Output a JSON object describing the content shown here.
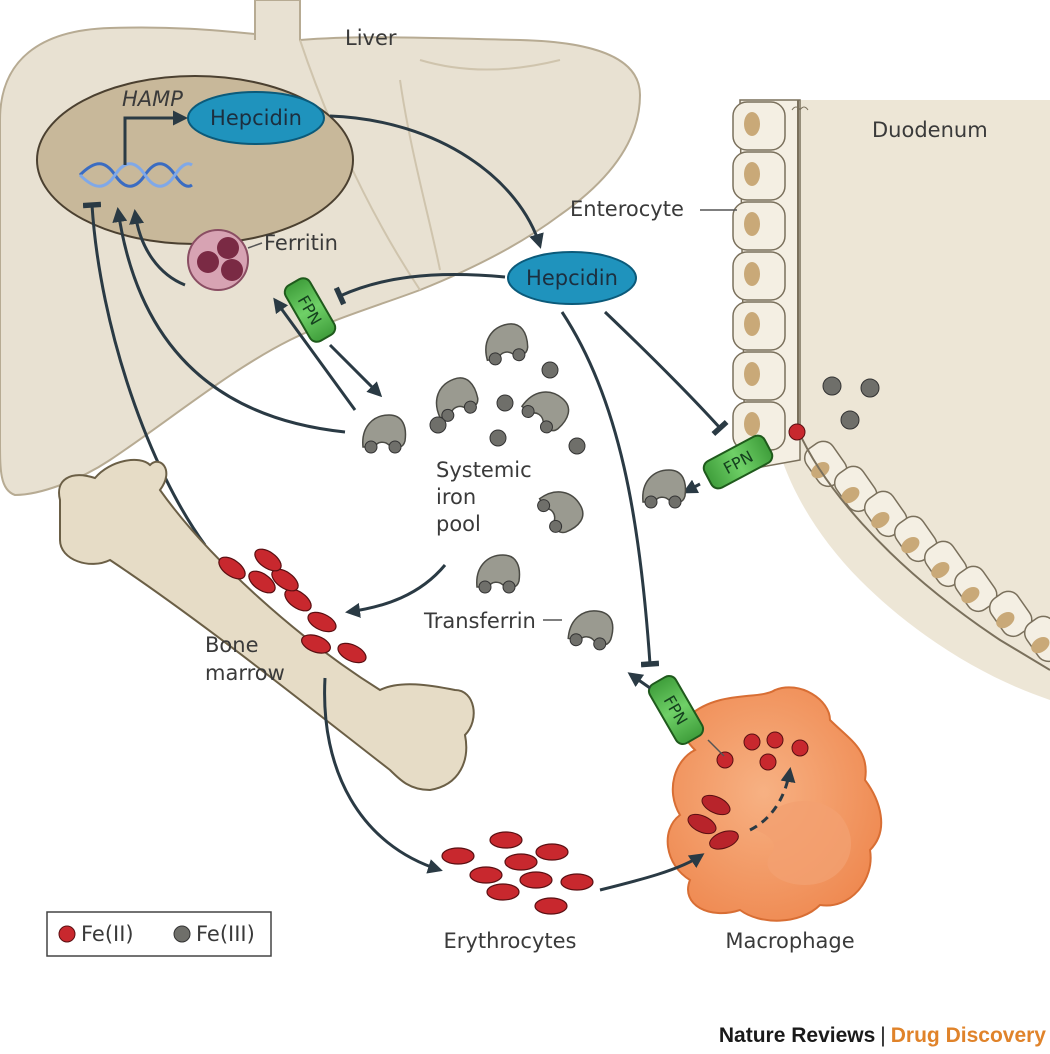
{
  "labels": {
    "liver": "Liver",
    "hamp": "HAMP",
    "hepcidin_liver": "Hepcidin",
    "hepcidin_circulating": "Hepcidin",
    "ferritin": "Ferritin",
    "duodenum": "Duodenum",
    "enterocyte": "Enterocyte",
    "systemic_pool": [
      "Systemic",
      "iron",
      "pool"
    ],
    "transferrin": "Transferrin",
    "bone_marrow": [
      "Bone",
      "marrow"
    ],
    "erythrocytes": "Erythrocytes",
    "macrophage": "Macrophage",
    "fpn": "FPN"
  },
  "legend": {
    "fe2": "Fe(II)",
    "fe3": "Fe(III)"
  },
  "credit": {
    "journal": "Nature Reviews",
    "separator": "|",
    "title": "Drug Discovery"
  },
  "colors": {
    "liver": "#e8e1d2",
    "liver_nucleus": "#c8b89a",
    "hepcidin": "#1f93bd",
    "fpn": "#4fb84a",
    "fe2": "#c8282e",
    "fe3": "#6f6f6a",
    "transferrin": "#9a9a90",
    "bone": "#e6dcc6",
    "macrophage": "#f39a63",
    "ferritin": "#b86f86",
    "credit_accent": "#e0832a"
  }
}
